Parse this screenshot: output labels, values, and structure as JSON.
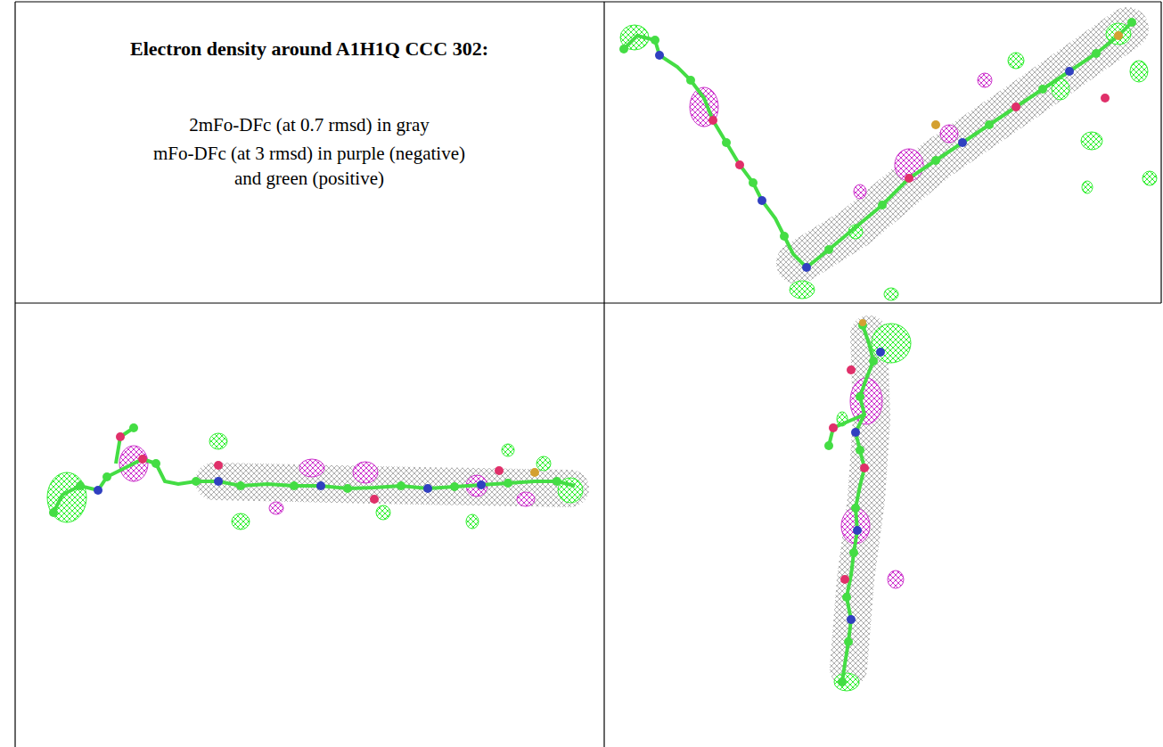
{
  "diagram": {
    "title": "Electron density around A1H1Q CCC 302:",
    "labels": [
      "2mFo-DFc (at 0.7 rmsd) in gray",
      "mFo-DFc (at 3 rmsd) in purple (negative)",
      "and green (positive)"
    ]
  }
}
